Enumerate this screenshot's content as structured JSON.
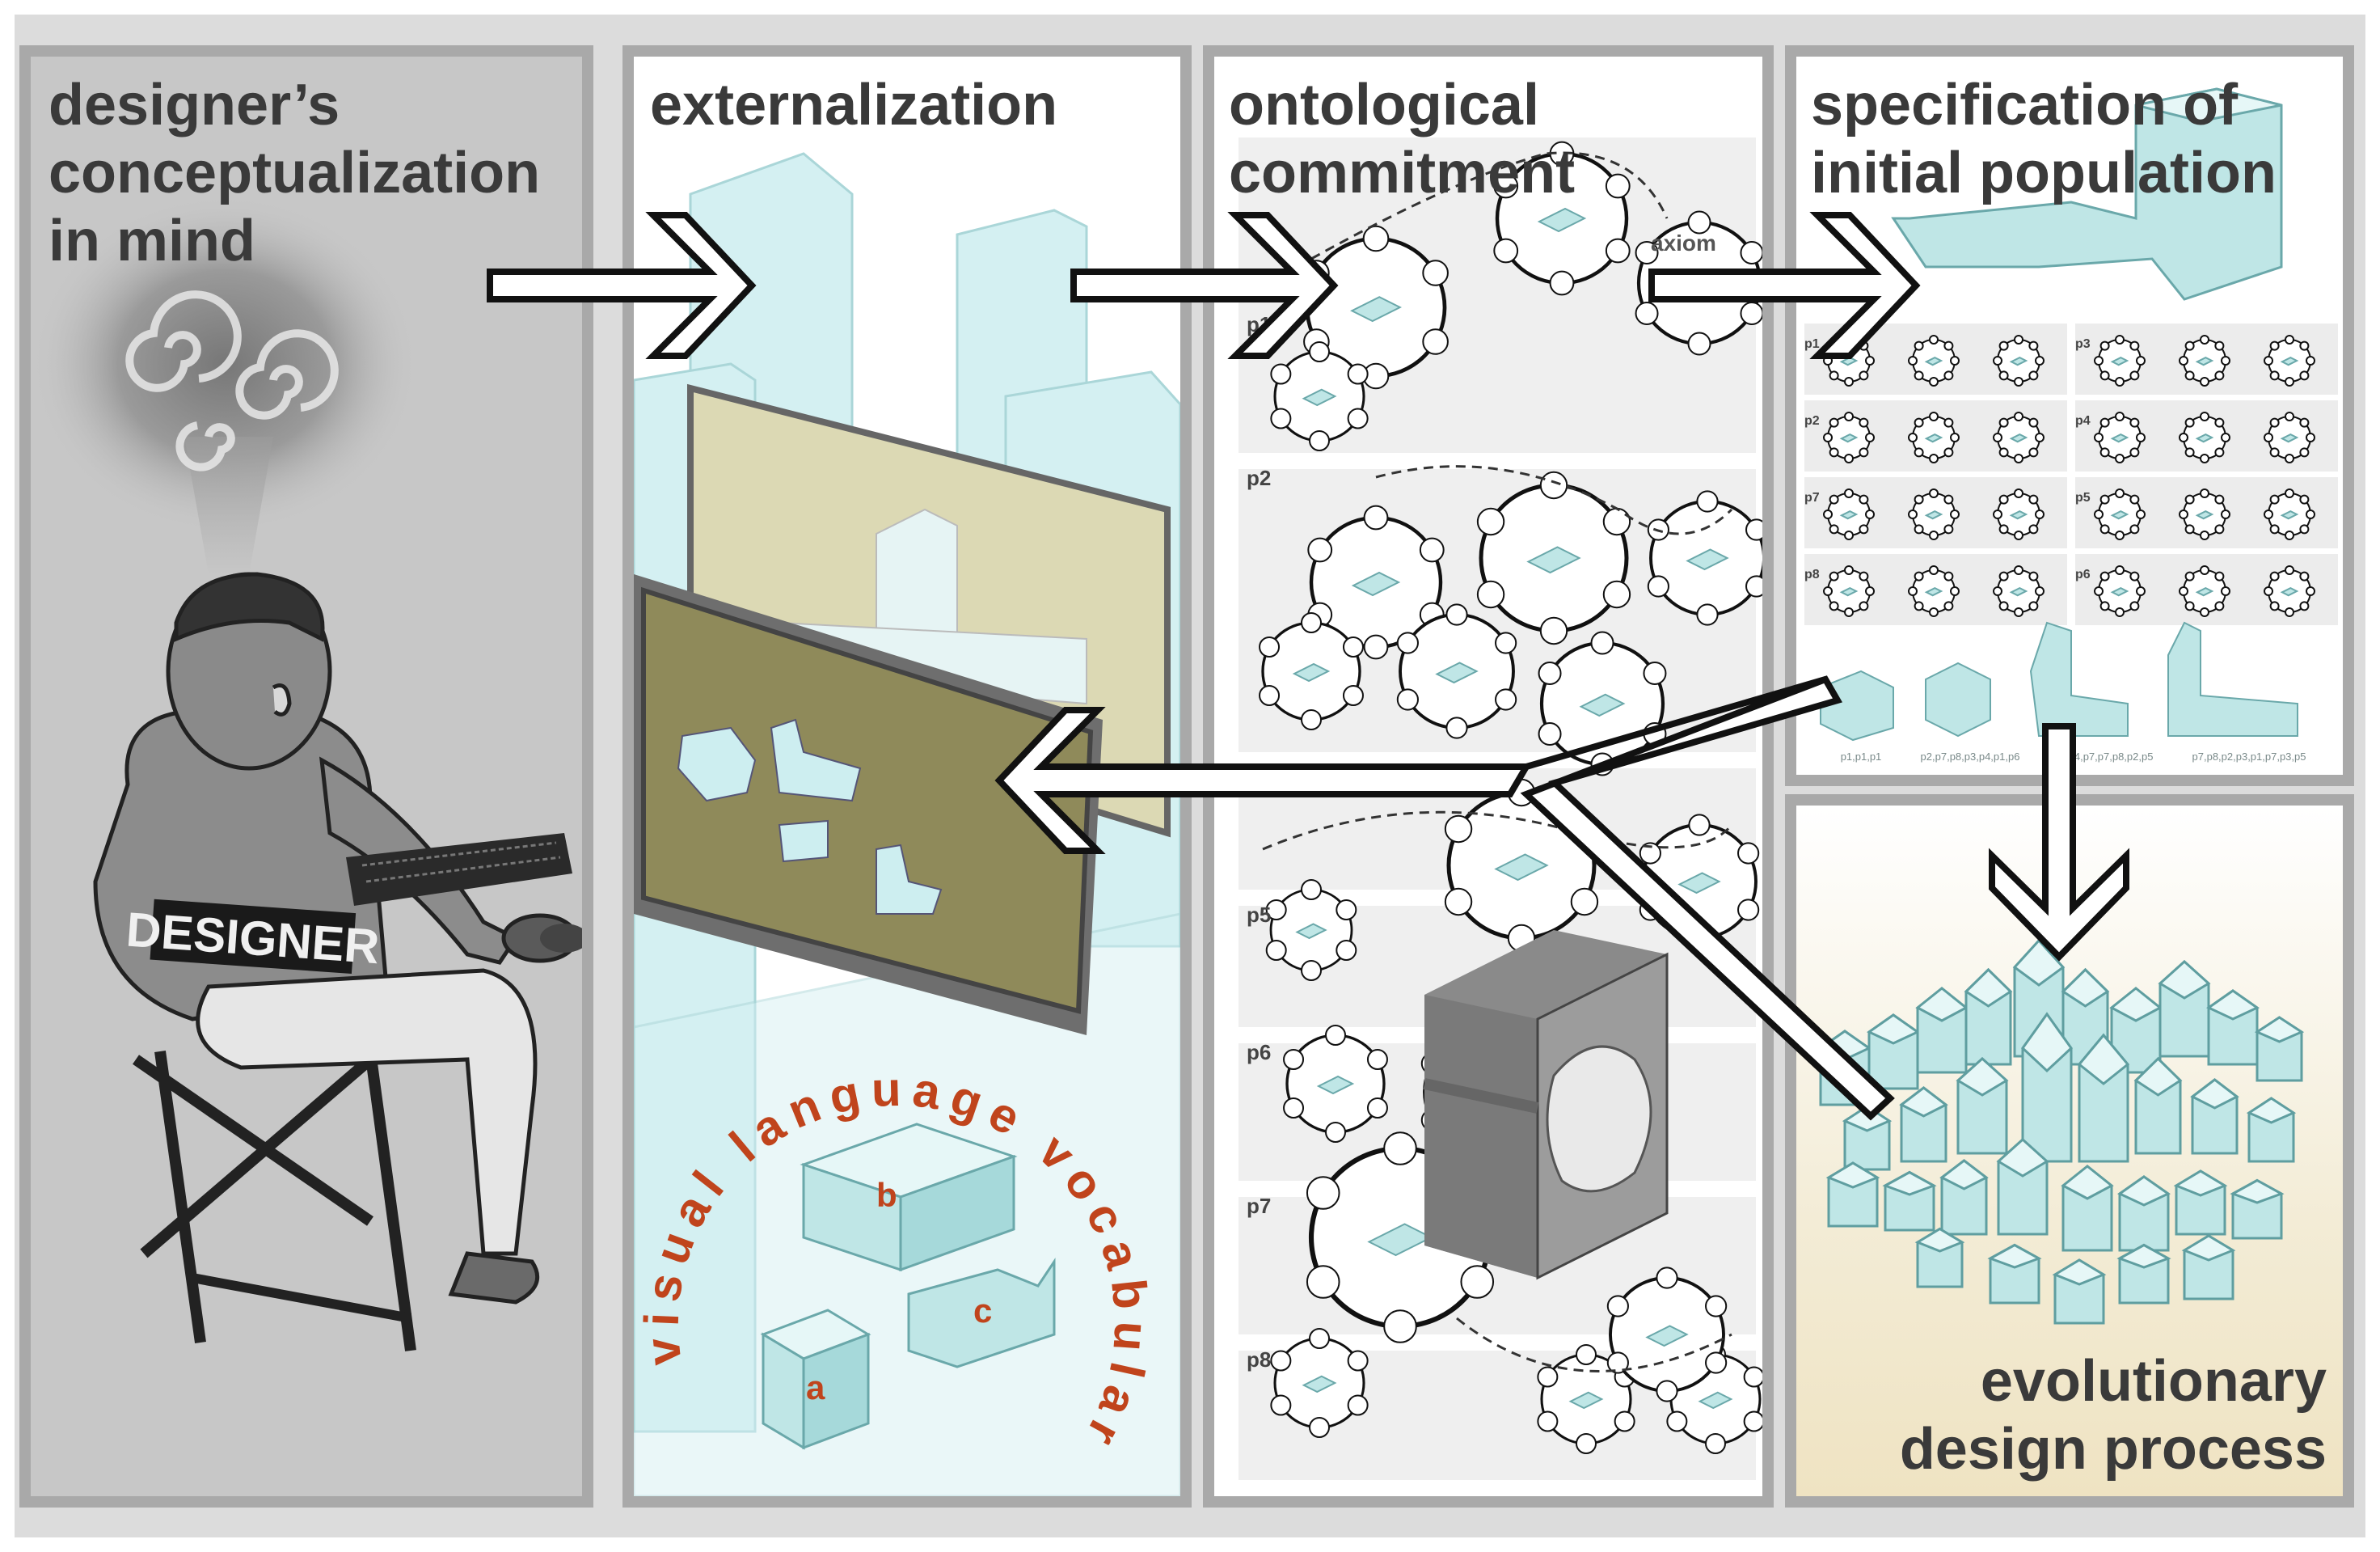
{
  "panels": {
    "p1": {
      "title_lines": [
        "designer’s",
        "conceptualization",
        "in mind"
      ],
      "chair_label": "DESIGNER"
    },
    "p2": {
      "title": "externalization",
      "vocab_text": "visual language vocabulary",
      "blocks": [
        "a",
        "b",
        "c"
      ]
    },
    "p3": {
      "title_lines": [
        "ontological",
        "commitment"
      ],
      "axiom_label": "axiom",
      "row_labels": [
        "p1",
        "p2",
        "p4",
        "p5",
        "p6",
        "p7",
        "p8"
      ]
    },
    "p4": {
      "title_lines": [
        "specification of",
        "initial population"
      ],
      "grid_labels": [
        "p1",
        "p3",
        "p2",
        "p4",
        "p7",
        "p5",
        "p8",
        "p6"
      ],
      "captions": [
        "p1,p1,p1",
        "p2,p7,p8,p3,p4,p1,p6",
        "p3,p4,p7,p7,p8,p2,p5",
        "p7,p8,p2,p3,p1,p7,p3,p5"
      ]
    },
    "p5": {
      "title_lines": [
        "evolutionary",
        "design process"
      ]
    }
  },
  "colors": {
    "frame": "#dcdcdc",
    "panel_border": "#a9a9a9",
    "teal_block": "#bfe6e6",
    "accent_red": "#c0441c",
    "screen_green": "#8f8a5a",
    "evo_bg": "#f3ecd6"
  },
  "icons": [
    "head-swirl-icon",
    "arrow-right-icon",
    "arrow-left-icon",
    "arrow-down-icon",
    "keyboard-icon",
    "mouse-icon"
  ]
}
